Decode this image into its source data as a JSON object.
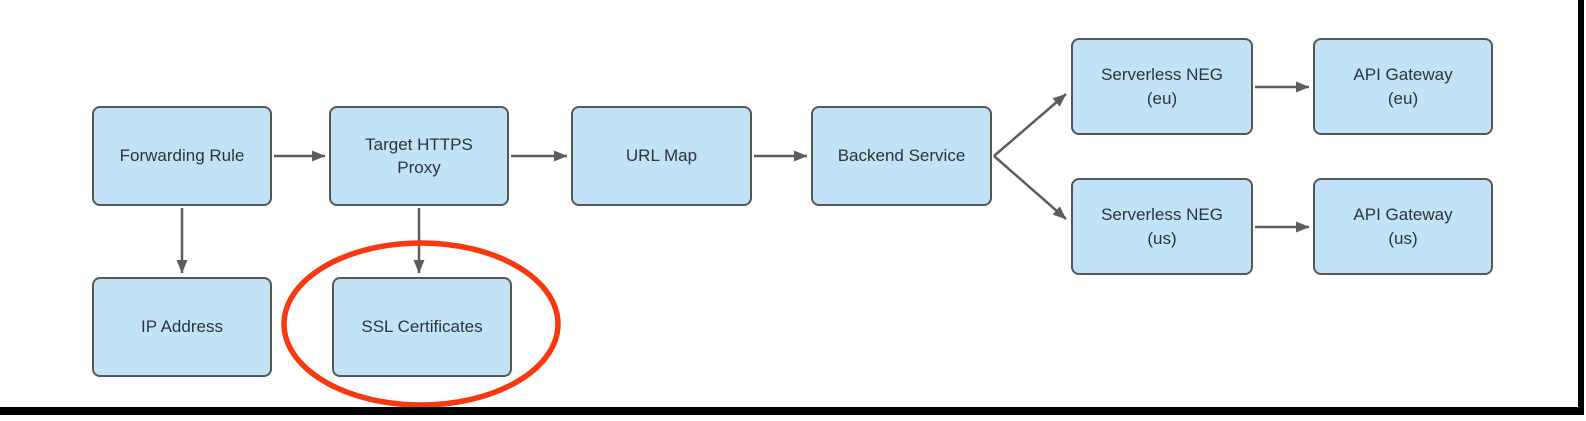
{
  "nodes": [
    {
      "id": "forwarding-rule",
      "label": "Forwarding Rule"
    },
    {
      "id": "target-https-proxy",
      "label": "Target HTTPS\nProxy"
    },
    {
      "id": "url-map",
      "label": "URL Map"
    },
    {
      "id": "backend-service",
      "label": "Backend Service"
    },
    {
      "id": "serverless-neg-eu",
      "label": "Serverless NEG\n(eu)"
    },
    {
      "id": "api-gateway-eu",
      "label": "API Gateway\n(eu)"
    },
    {
      "id": "serverless-neg-us",
      "label": "Serverless NEG\n(us)"
    },
    {
      "id": "api-gateway-us",
      "label": "API Gateway\n(us)"
    },
    {
      "id": "ip-address",
      "label": "IP Address"
    },
    {
      "id": "ssl-certificates",
      "label": "SSL Certificates"
    }
  ],
  "edges": [
    {
      "from": "forwarding-rule",
      "to": "target-https-proxy"
    },
    {
      "from": "target-https-proxy",
      "to": "url-map"
    },
    {
      "from": "url-map",
      "to": "backend-service"
    },
    {
      "from": "backend-service",
      "to": "serverless-neg-eu"
    },
    {
      "from": "backend-service",
      "to": "serverless-neg-us"
    },
    {
      "from": "serverless-neg-eu",
      "to": "api-gateway-eu"
    },
    {
      "from": "serverless-neg-us",
      "to": "api-gateway-us"
    },
    {
      "from": "forwarding-rule",
      "to": "ip-address"
    },
    {
      "from": "target-https-proxy",
      "to": "ssl-certificates"
    }
  ],
  "annotation": {
    "shape": "ellipse",
    "highlights": "ssl-certificates"
  },
  "colors": {
    "node_fill": "#C2E2F6",
    "node_border": "#53575C",
    "node_text": "#2F3338",
    "arrow": "#5B5E61",
    "highlight": "#F8380F",
    "edge_bar": "#000000",
    "background": "#FFFFFF"
  }
}
